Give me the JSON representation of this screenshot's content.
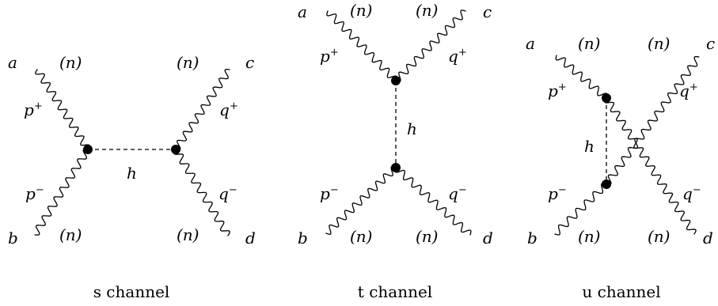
{
  "channels": [
    {
      "caption": "s channel",
      "labels": {
        "a": "a",
        "b": "b",
        "c": "c",
        "d": "d",
        "n_tl": "(n)",
        "n_tr": "(n)",
        "n_bl": "(n)",
        "n_br": "(n)",
        "p_plus_base": "p",
        "p_plus_sup": "+",
        "p_minus_base": "p",
        "p_minus_sup": "−",
        "q_plus_base": "q",
        "q_plus_sup": "+",
        "q_minus_base": "q",
        "q_minus_sup": "−",
        "h": "h"
      }
    },
    {
      "caption": "t channel",
      "labels": {
        "a": "a",
        "b": "b",
        "c": "c",
        "d": "d",
        "n_tl": "(n)",
        "n_tr": "(n)",
        "n_bl": "(n)",
        "n_br": "(n)",
        "p_plus_base": "p",
        "p_plus_sup": "+",
        "p_minus_base": "p",
        "p_minus_sup": "−",
        "q_plus_base": "q",
        "q_plus_sup": "+",
        "q_minus_base": "q",
        "q_minus_sup": "−",
        "h": "h"
      }
    },
    {
      "caption": "u channel",
      "labels": {
        "a": "a",
        "b": "b",
        "c": "c",
        "d": "d",
        "n_tl": "(n)",
        "n_tr": "(n)",
        "n_bl": "(n)",
        "n_br": "(n)",
        "p_plus_base": "p",
        "p_plus_sup": "+",
        "p_minus_base": "p",
        "p_minus_sup": "−",
        "q_plus_base": "q",
        "q_plus_sup": "+",
        "q_minus_base": "q",
        "q_minus_sup": "−",
        "h": "h"
      }
    }
  ]
}
